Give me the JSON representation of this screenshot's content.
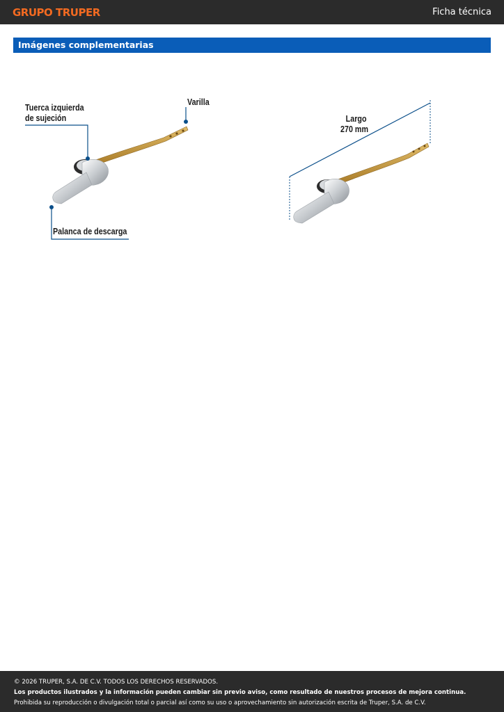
{
  "header": {
    "brand": "GRUPO TRUPER",
    "doc_type": "Ficha técnica"
  },
  "section": {
    "title": "Imágenes complementarias"
  },
  "figure1": {
    "label_nut_line1": "Tuerca izquierda",
    "label_nut_line2": "de sujeción",
    "label_rod": "Varilla",
    "label_lever": "Palanca de descarga"
  },
  "figure2": {
    "label_length_line1": "Largo",
    "label_length_line2": "270 mm"
  },
  "colors": {
    "accent": "#0a5db8",
    "brand": "#f26a21",
    "bar": "#2b2b2b",
    "brass": "#c9983a",
    "callout_line": "#0b4f8a"
  },
  "footer": {
    "copyright": "© 2026 TRUPER, S.A. DE C.V. TODOS LOS DERECHOS RESERVADOS.",
    "notice": "Los productos ilustrados y la información pueden cambiar sin previo aviso, como resultado de nuestros procesos de mejora continua.",
    "prohibition": "Prohibida su reproducción o divulgación total o parcial así como su uso o aprovechamiento sin autorización escrita de Truper, S.A. de C.V."
  }
}
